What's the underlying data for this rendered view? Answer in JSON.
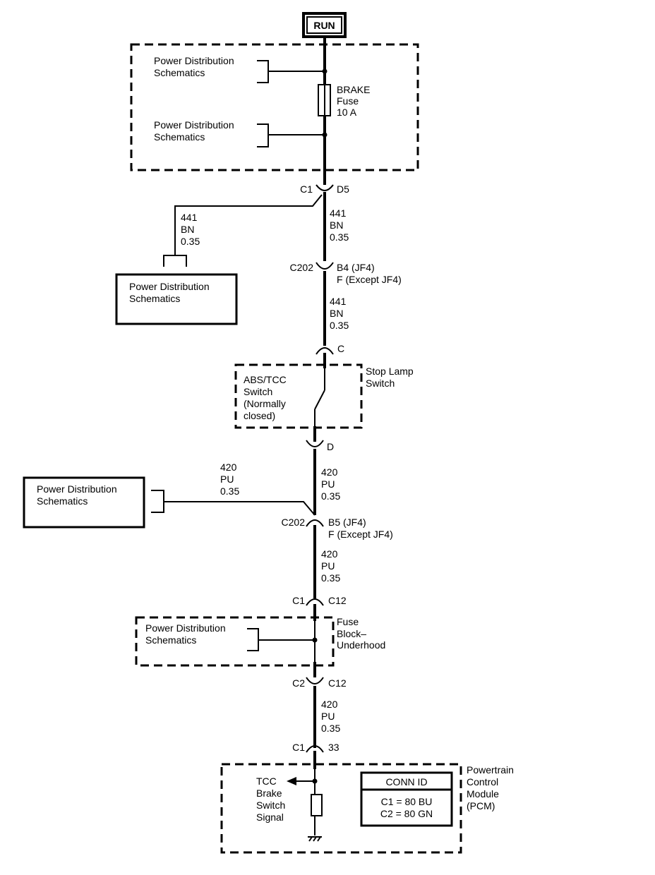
{
  "supply": {
    "label": "RUN"
  },
  "fuse": {
    "line1": "BRAKE",
    "line2": "Fuse",
    "line3": "10 A"
  },
  "power_dist": {
    "line1": "Power Distribution",
    "line2": "Schematics"
  },
  "connectors": {
    "c1": "C1",
    "c2": "C2",
    "c202": "C202",
    "d5": "D5",
    "b4": "B4 (JF4)",
    "f_except_jf4": "F (Except JF4)",
    "b5": "B5 (JF4)",
    "pin_c": "C",
    "pin_d": "D",
    "c12": "C12",
    "pin_33": "33"
  },
  "wire_441": {
    "circuit": "441",
    "color": "BN",
    "size": "0.35"
  },
  "wire_420": {
    "circuit": "420",
    "color": "PU",
    "size": "0.35"
  },
  "stop_lamp_switch": {
    "label1": "Stop Lamp",
    "label2": "Switch",
    "inner1": "ABS/TCC",
    "inner2": "Switch",
    "inner3": "(Normally",
    "inner4": "closed)"
  },
  "fuse_block": {
    "line1": "Fuse",
    "line2": "Block–",
    "line3": "Underhood"
  },
  "pcm": {
    "line1": "Powertrain",
    "line2": "Control",
    "line3": "Module",
    "line4": "(PCM)",
    "signal1": "TCC",
    "signal2": "Brake",
    "signal3": "Switch",
    "signal4": "Signal",
    "conn_title": "CONN ID",
    "conn_c1": "C1 = 80 BU",
    "conn_c2": "C2 = 80 GN"
  }
}
